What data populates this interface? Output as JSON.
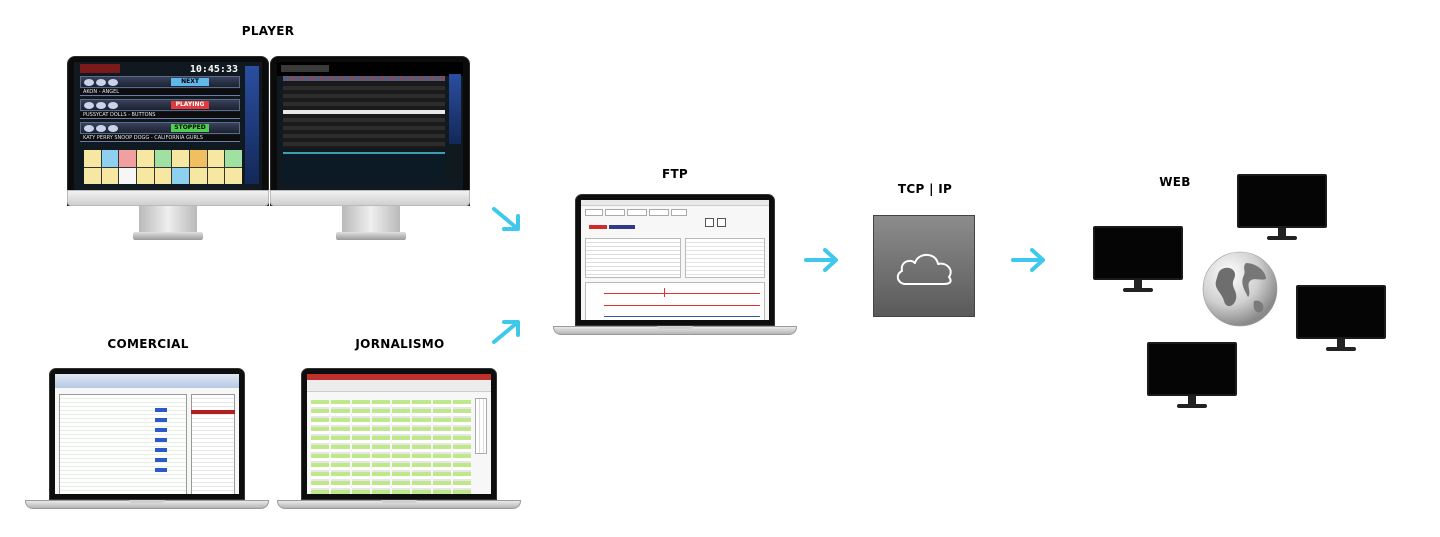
{
  "labels": {
    "player": "PLAYER",
    "ftp": "FTP",
    "tcp_ip": "TCP | IP",
    "web": "WEB",
    "comercial": "COMERCIAL",
    "jornalismo": "JORNALISMO"
  },
  "player_screen": {
    "clock": "10:45:33",
    "states": [
      "NEXT",
      "PLAYING",
      "STOPPED"
    ],
    "songs": [
      "AKON - ANGEL",
      "PUSSYCAT DOLLS - BUTTONS",
      "KATY PERRY SNOOP DOGG - CALIFORNIA GURLS"
    ]
  },
  "colors": {
    "arrow": "#3fc8ec",
    "next": "#5fb8e8",
    "playing": "#e03a3a",
    "stopped": "#4fd04f",
    "cloud_box": "#7a7a7a"
  },
  "icons": [
    "arrow-icon",
    "cloud-icon",
    "globe-icon"
  ]
}
